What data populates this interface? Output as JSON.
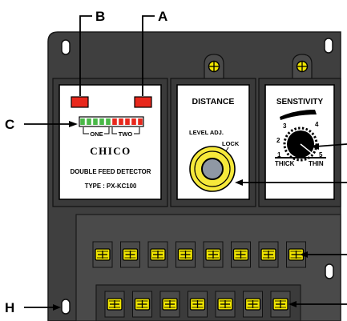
{
  "callouts": {
    "a": "A",
    "b": "B",
    "c": "C",
    "h": "H"
  },
  "led_panel": {
    "led_groups": {
      "one": "ONE",
      "two": "TWO"
    },
    "brand": "CHICO",
    "product": "DOUBLE FEED DETECTOR",
    "type_label": "TYPE : PX-KC100",
    "green_segments": 5,
    "red_segments": 5
  },
  "distance_panel": {
    "title": "DISTANCE",
    "level_label": "LEVEL ADJ.",
    "lock_label": "LOCK"
  },
  "sensitivity_panel": {
    "title": "SENSTIVITY",
    "scale": [
      "1",
      "2",
      "3",
      "4",
      "5"
    ],
    "thick_label": "THICK",
    "thin_label": "THIN"
  },
  "terminals": {
    "upper_count": 8,
    "lower_count": 7
  },
  "colors": {
    "housing": "#3f3f3f",
    "panel": "#ffffff",
    "led_red": "#e8281c",
    "led_green": "#49b847",
    "screw_yellow": "#f1e600",
    "knob_ring": "#f6e93a",
    "knob_center": "#8f98a4"
  }
}
